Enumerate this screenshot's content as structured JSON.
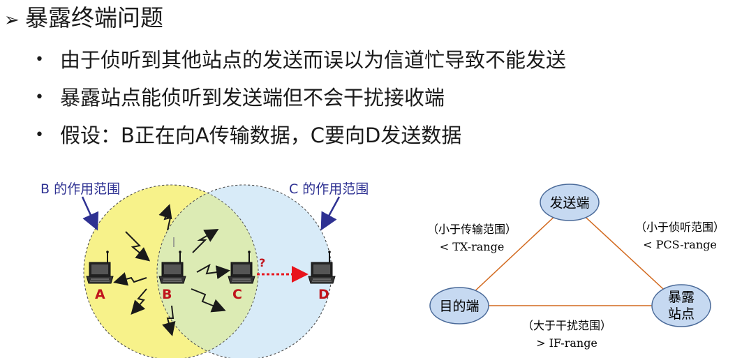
{
  "slide": {
    "title_marker": "➢",
    "title": "暴露终端问题",
    "bullet_marker": "•",
    "bullets": [
      "由于侦听到其他站点的发送而误以为信道忙导致不能发送",
      "暴露站点能侦听到发送端但不会干扰接收端",
      "假设：B正在向A传输数据，C要向D发送数据"
    ]
  },
  "left_diagram": {
    "range_b_label": "B 的作用范围",
    "range_c_label": "C 的作用范围",
    "stations": [
      "A",
      "B",
      "C",
      "D"
    ],
    "question_mark": "?",
    "colors": {
      "range_b_fill": "#f7f28a",
      "range_c_fill": "#d8ebf8",
      "overlap_fill": "#dcebb4",
      "label_color": "#2e3192",
      "station_label_color": "#c0141c",
      "blocked_arrow_color": "#e8141c"
    }
  },
  "right_diagram": {
    "node_sender": "发送端",
    "node_receiver": "目的端",
    "node_exposed_line1": "暴露",
    "node_exposed_line2": "站点",
    "edge_left_line1": "（小于传输范围）",
    "edge_left_line2": "< TX-range",
    "edge_right_line1": "（小于侦听范围）",
    "edge_right_line2": "< PCS-range",
    "edge_bottom_line1": "（大于干扰范围）",
    "edge_bottom_line2": "> IF-range",
    "colors": {
      "node_fill": "#c6d9f1",
      "node_stroke": "#4a6a99",
      "edge_color": "#d2691e"
    }
  }
}
